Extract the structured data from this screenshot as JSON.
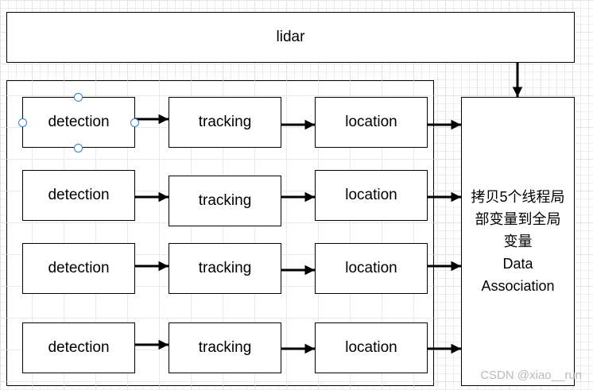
{
  "diagram": {
    "top_node": "lidar",
    "rows": [
      {
        "detection": "detection",
        "tracking": "tracking",
        "location": "location"
      },
      {
        "detection": "detection",
        "tracking": "tracking",
        "location": "location"
      },
      {
        "detection": "detection",
        "tracking": "tracking",
        "location": "location"
      },
      {
        "detection": "detection",
        "tracking": "tracking",
        "location": "location"
      }
    ],
    "association_lines": [
      "拷贝5个线程局",
      "部变量到全局",
      "变量",
      "Data",
      "Association"
    ],
    "selected_node": "row-1-detection"
  },
  "watermark": "CSDN @xiao__run"
}
